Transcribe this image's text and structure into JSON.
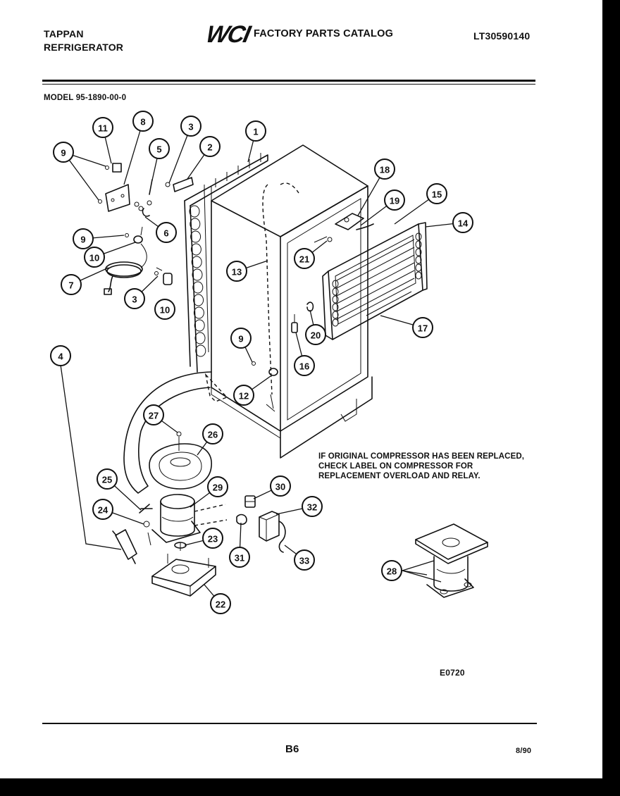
{
  "header": {
    "brand_line1": "TAPPAN",
    "brand_line2": "REFRIGERATOR",
    "logo": "WCI",
    "catalog_title": "FACTORY PARTS CATALOG",
    "catalog_number": "LT30590140",
    "model": "MODEL 95-1890-00-0"
  },
  "note": {
    "line1": "IF ORIGINAL COMPRESSOR HAS BEEN REPLACED,",
    "line2": "CHECK LABEL ON COMPRESSOR FOR",
    "line3": "REPLACEMENT OVERLOAD AND RELAY."
  },
  "diagram_code": "E0720",
  "footer": {
    "page": "B6",
    "date": "8/90"
  },
  "callouts": [
    "11",
    "8",
    "9",
    "5",
    "3",
    "2",
    "1",
    "18",
    "15",
    "19",
    "14",
    "6",
    "9",
    "10",
    "21",
    "7",
    "3",
    "10",
    "13",
    "17",
    "20",
    "16",
    "4",
    "9",
    "12",
    "27",
    "26",
    "25",
    "29",
    "30",
    "32",
    "24",
    "23",
    "31",
    "33",
    "22",
    "28"
  ]
}
